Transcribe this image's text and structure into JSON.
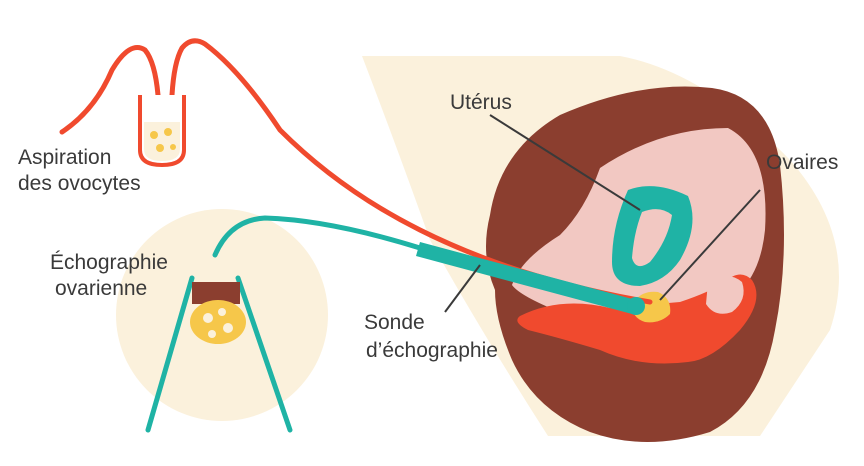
{
  "labels": {
    "aspiration_line1": "Aspiration",
    "aspiration_line2": "des ovocytes",
    "echographie_line1": "Échographie",
    "echographie_line2": "ovarienne",
    "uterus": "Utérus",
    "ovaires": "Ovaires",
    "sonde_line1": "Sonde",
    "sonde_line2": "d’échographie"
  },
  "colors": {
    "aspiration_tube": "#f04a2e",
    "probe_teal": "#1fb3a5",
    "body_brown": "#8b3e2f",
    "pelvis_beige": "#fbf1dc",
    "inner_pink": "#f2c8c2",
    "ovary_yellow": "#f6c74a",
    "text": "#3a3a3a"
  }
}
